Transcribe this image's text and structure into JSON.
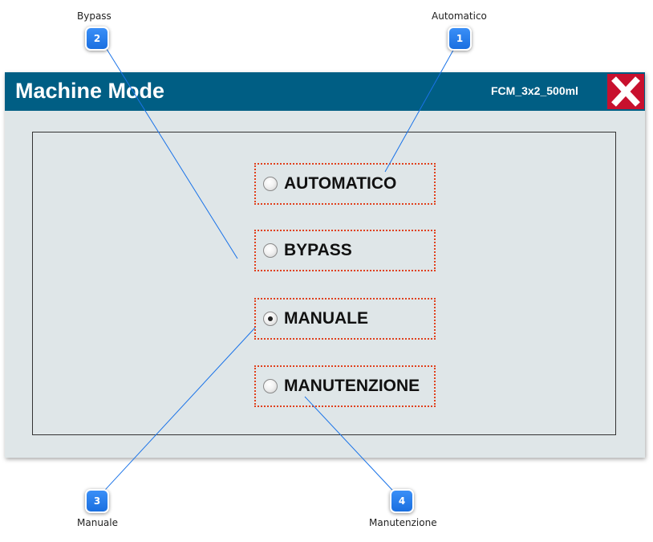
{
  "window": {
    "title": "Machine Mode",
    "machine_id": "FCM_3x2_500ml",
    "close_icon": "close-x-icon",
    "colors": {
      "titlebar": "#005e84",
      "close": "#c8102e",
      "option_border": "#e0401c",
      "background": "#dfe6e8"
    }
  },
  "modes": [
    {
      "label": "AUTOMATICO",
      "selected": false
    },
    {
      "label": "BYPASS",
      "selected": false
    },
    {
      "label": "MANUALE",
      "selected": true
    },
    {
      "label": "MANUTENZIONE",
      "selected": false
    }
  ],
  "callouts": [
    {
      "number": "1",
      "label": "Automatico"
    },
    {
      "number": "2",
      "label": "Bypass"
    },
    {
      "number": "3",
      "label": "Manuale"
    },
    {
      "number": "4",
      "label": "Manutenzione"
    }
  ]
}
